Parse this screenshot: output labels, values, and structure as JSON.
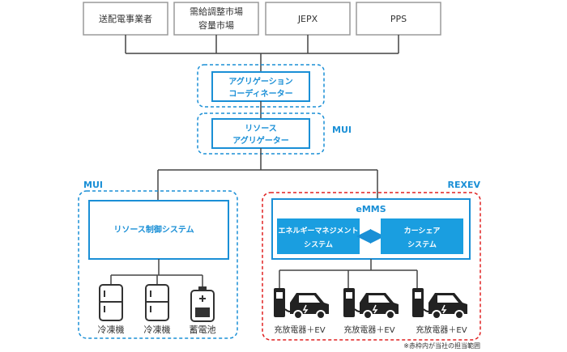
{
  "top_boxes": [
    {
      "lines": [
        "送配電事業者"
      ]
    },
    {
      "lines": [
        "需給調整市場",
        "容量市場"
      ]
    },
    {
      "lines": [
        "JEPX"
      ]
    },
    {
      "lines": [
        "PPS"
      ]
    }
  ],
  "aggregation_coordinator": {
    "lines": [
      "アグリゲーション",
      "コーディネーター"
    ]
  },
  "resource_aggregator": {
    "lines": [
      "リソース",
      "アグリゲーター"
    ]
  },
  "mui_label_top": "MUI",
  "left_group": {
    "label": "MUI",
    "control_system": "リソース制御システム",
    "devices": [
      "冷凍機",
      "冷凍機",
      "蓄電池"
    ]
  },
  "right_group": {
    "label": "REXEV",
    "emms": "eMMS",
    "energy_mgmt": {
      "lines": [
        "エネルギーマネジメント",
        "システム"
      ]
    },
    "carshare": {
      "lines": [
        "カーシェア",
        "システム"
      ]
    },
    "chargers": [
      "充放電器＋EV",
      "充放電器＋EV",
      "充放電器＋EV"
    ]
  },
  "footnote": "※赤枠内が当社の担当範囲",
  "colors": {
    "accent_blue": "#1a8fd6",
    "red": "#e02020",
    "dark": "#333333",
    "gray_border": "#9a9a9a"
  }
}
